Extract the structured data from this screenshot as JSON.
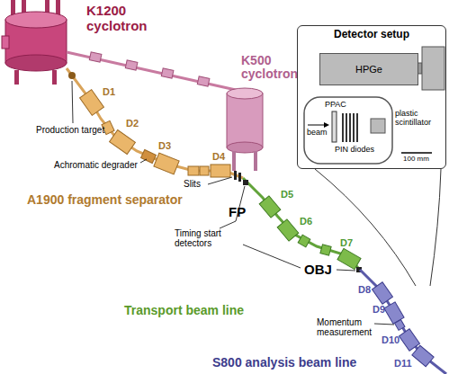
{
  "diagram": {
    "nodes": [
      {
        "text": [
          "Detector setup"
        ]
      },
      {
        "text": [
          "HPGe"
        ],
        "in": 0
      }
    ],
    "labels": [
      "K1200 cyclotron",
      "K500 cyclotron",
      "Production target",
      "D1",
      "D2",
      "Achromatic degrader",
      "D3",
      "D4",
      "A1900 fragment separator",
      "Slits",
      "FP",
      "D5",
      "D6",
      "Timing start detectors",
      "D7",
      "OBJ",
      "Transport beam line",
      "D8",
      "D9",
      "Momentum measurement",
      "D10",
      "D11",
      "S800 analysis beam line",
      "PPAC",
      "beam",
      "plastic scintillator",
      "PIN diodes",
      "100 mm"
    ]
  }
}
